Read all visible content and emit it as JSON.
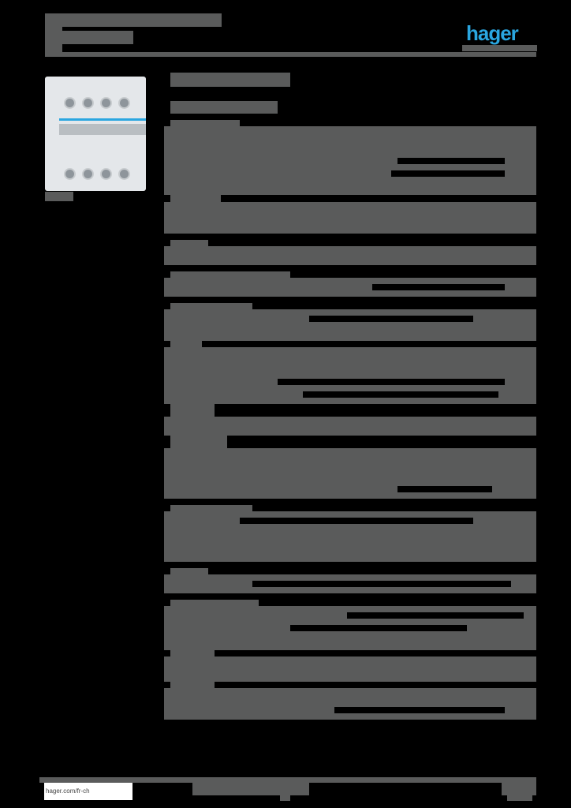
{
  "document": {
    "type": "product-datasheet",
    "state": "redacted",
    "brand": {
      "logo_text": "hager",
      "logo_color": "#2aa6e0"
    },
    "header": {
      "title": "",
      "subtitle": ""
    },
    "product_image": {
      "description": "4-pole modular circuit breaker",
      "caption": ""
    },
    "main": {
      "heading": "",
      "subheading": "",
      "sections_count": 14
    },
    "footer": {
      "url": "hager.com/fr-ch",
      "center_text": "",
      "page_info": ""
    },
    "colors": {
      "redaction": "#5a5b5b",
      "background": "#000000",
      "accent": "#2aa6e0"
    }
  }
}
